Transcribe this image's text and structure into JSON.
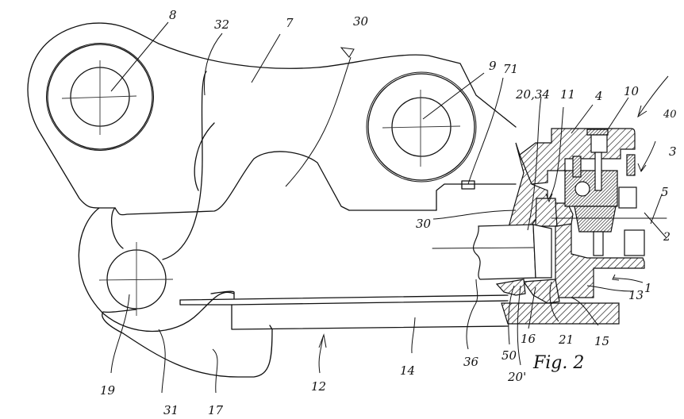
{
  "figure": {
    "caption": "Fig. 2",
    "kind": "patent drawing - quick coupler sectional side view"
  },
  "labels": [
    {
      "id": "8",
      "text": "8"
    },
    {
      "id": "32",
      "text": "32"
    },
    {
      "id": "7",
      "text": "7"
    },
    {
      "id": "30a",
      "text": "30"
    },
    {
      "id": "9",
      "text": "9"
    },
    {
      "id": "71",
      "text": "71"
    },
    {
      "id": "20_34",
      "text": "20,34"
    },
    {
      "id": "11",
      "text": "11"
    },
    {
      "id": "4",
      "text": "4"
    },
    {
      "id": "10",
      "text": "10"
    },
    {
      "id": "40",
      "text": "40"
    },
    {
      "id": "3",
      "text": "3"
    },
    {
      "id": "5",
      "text": "5"
    },
    {
      "id": "2",
      "text": "2"
    },
    {
      "id": "30b",
      "text": "30"
    },
    {
      "id": "1",
      "text": "1"
    },
    {
      "id": "13",
      "text": "13"
    },
    {
      "id": "15",
      "text": "15"
    },
    {
      "id": "21",
      "text": "21"
    },
    {
      "id": "16",
      "text": "16"
    },
    {
      "id": "50",
      "text": "50"
    },
    {
      "id": "20p",
      "text": "20'"
    },
    {
      "id": "36",
      "text": "36"
    },
    {
      "id": "14",
      "text": "14"
    },
    {
      "id": "12",
      "text": "12"
    },
    {
      "id": "19",
      "text": "19"
    },
    {
      "id": "31",
      "text": "31"
    },
    {
      "id": "17",
      "text": "17"
    }
  ]
}
